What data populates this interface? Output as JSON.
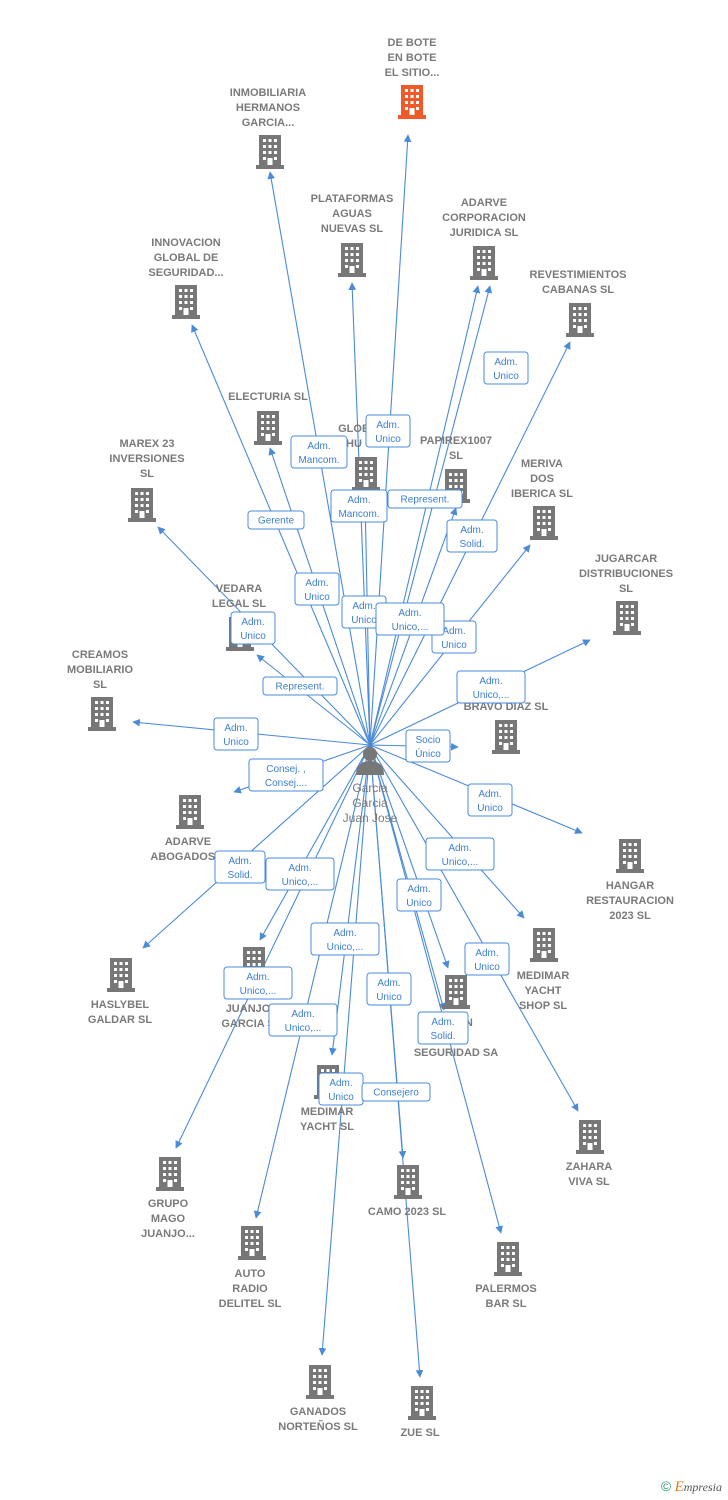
{
  "colors": {
    "edge": "#4a8bd8",
    "building": "#777777",
    "highlight": "#f05a28",
    "label": "#7a7a7a"
  },
  "center": {
    "name_lines": [
      "Garcia",
      "Garcia",
      "Juan Jose"
    ],
    "icon": "person-icon"
  },
  "nodes": [
    {
      "id": "de-bote",
      "lines": [
        "DE BOTE",
        "EN BOTE",
        "EL SITIO..."
      ],
      "highlight": true
    },
    {
      "id": "inmobiliaria-hermanos",
      "lines": [
        "INMOBILIARIA",
        "HERMANOS",
        "GARCIA..."
      ]
    },
    {
      "id": "plataformas-aguas",
      "lines": [
        "PLATAFORMAS",
        "AGUAS",
        "NUEVAS  SL"
      ]
    },
    {
      "id": "adarve-corporacion",
      "lines": [
        "ADARVE",
        "CORPORACION",
        "JURIDICA SL"
      ]
    },
    {
      "id": "innovacion-global",
      "lines": [
        "INNOVACION",
        "GLOBAL DE",
        "SEGURIDAD..."
      ]
    },
    {
      "id": "revestimientos",
      "lines": [
        "REVESTIMIENTOS",
        "CABANAS  SL"
      ]
    },
    {
      "id": "electuria",
      "lines": [
        "ELECTURIA  SL"
      ]
    },
    {
      "id": "glob",
      "lines": [
        "GLOB",
        "HU"
      ]
    },
    {
      "id": "papirex",
      "lines": [
        "PAPIREX1007",
        "SL"
      ]
    },
    {
      "id": "meriva",
      "lines": [
        "MERIVA",
        "DOS",
        "IBERICA SL"
      ]
    },
    {
      "id": "marex",
      "lines": [
        "MAREX 23",
        "INVERSIONES",
        "SL"
      ]
    },
    {
      "id": "vedara",
      "lines": [
        "VEDARA",
        "LEGAL  SL"
      ]
    },
    {
      "id": "jugarcar",
      "lines": [
        "JUGARCAR",
        "DISTRIBUCIONES",
        "SL"
      ]
    },
    {
      "id": "creamos",
      "lines": [
        "CREAMOS",
        "MOBILIARIO",
        "SL"
      ]
    },
    {
      "id": "inversiones-bravo",
      "lines": [
        "I        ONES",
        "LES",
        "BRAVO DIAZ SL"
      ]
    },
    {
      "id": "adarve-abogados",
      "lines": [
        "ADARVE",
        "ABOGADOS S"
      ]
    },
    {
      "id": "hangar",
      "lines": [
        "HANGAR",
        "RESTAURACION",
        "2023  SL"
      ]
    },
    {
      "id": "haslybel",
      "lines": [
        "HASLYBEL",
        "GALDAR  SL"
      ]
    },
    {
      "id": "juanjo-garcia",
      "lines": [
        "JUANJO",
        "GARCIA  S"
      ]
    },
    {
      "id": "medimar-shop",
      "lines": [
        "MEDIMAR",
        "YACHT",
        "SHOP  SL"
      ]
    },
    {
      "id": "integracion",
      "lines": [
        "I        CION",
        "DE",
        "SEGURIDAD SA"
      ]
    },
    {
      "id": "medimar-yacht",
      "lines": [
        "MEDIMAR",
        "YACHT SL"
      ]
    },
    {
      "id": "zahara",
      "lines": [
        "ZAHARA",
        "VIVA  SL"
      ]
    },
    {
      "id": "grupo-mago",
      "lines": [
        "GRUPO",
        "MAGO",
        "JUANJO..."
      ]
    },
    {
      "id": "camo",
      "lines": [
        "CAMO 2023  SL"
      ]
    },
    {
      "id": "auto-radio",
      "lines": [
        "AUTO",
        "RADIO",
        "DELITEL  SL"
      ]
    },
    {
      "id": "palermos",
      "lines": [
        "PALERMOS",
        "BAR  SL"
      ]
    },
    {
      "id": "ganados",
      "lines": [
        "GANADOS",
        "NORTEÑOS SL"
      ]
    },
    {
      "id": "zue",
      "lines": [
        "ZUE  SL"
      ]
    }
  ],
  "roles": [
    {
      "id": "r1",
      "lines": [
        "Adm.",
        "Unico"
      ]
    },
    {
      "id": "r2",
      "lines": [
        "Adm.",
        "Mancom."
      ]
    },
    {
      "id": "r3",
      "lines": [
        "Adm.",
        "Unico"
      ]
    },
    {
      "id": "r4",
      "lines": [
        "Gerente"
      ]
    },
    {
      "id": "r5",
      "lines": [
        "Adm.",
        "Mancom."
      ]
    },
    {
      "id": "r6",
      "lines": [
        "Represent."
      ]
    },
    {
      "id": "r7",
      "lines": [
        "Adm.",
        "Solid."
      ]
    },
    {
      "id": "r8",
      "lines": [
        "Adm.",
        "Unico"
      ]
    },
    {
      "id": "r9",
      "lines": [
        "Adm.",
        "Unico"
      ]
    },
    {
      "id": "r10",
      "lines": [
        "Adm.",
        "Unico"
      ]
    },
    {
      "id": "r11",
      "lines": [
        "Adm.",
        "Unico,..."
      ]
    },
    {
      "id": "r12",
      "lines": [
        "Adm.",
        "Unico"
      ]
    },
    {
      "id": "r13",
      "lines": [
        "Represent."
      ]
    },
    {
      "id": "r14",
      "lines": [
        "Adm.",
        "Unico,..."
      ]
    },
    {
      "id": "r15",
      "lines": [
        "Adm.",
        "Unico"
      ]
    },
    {
      "id": "r16",
      "lines": [
        "Socio",
        "Único"
      ]
    },
    {
      "id": "r17",
      "lines": [
        "Consej. ,",
        "Consej...."
      ]
    },
    {
      "id": "r18",
      "lines": [
        "Adm.",
        "Unico"
      ]
    },
    {
      "id": "r19",
      "lines": [
        "Adm.",
        "Solid."
      ]
    },
    {
      "id": "r20",
      "lines": [
        "Adm.",
        "Unico,..."
      ]
    },
    {
      "id": "r21",
      "lines": [
        "Adm.",
        "Unico,..."
      ]
    },
    {
      "id": "r22",
      "lines": [
        "Adm.",
        "Unico"
      ]
    },
    {
      "id": "r23",
      "lines": [
        "Adm.",
        "Unico,..."
      ]
    },
    {
      "id": "r24",
      "lines": [
        "Adm.",
        "Unico,..."
      ]
    },
    {
      "id": "r25",
      "lines": [
        "Adm.",
        "Unico"
      ]
    },
    {
      "id": "r26",
      "lines": [
        "Adm.",
        "Unico"
      ]
    },
    {
      "id": "r27",
      "lines": [
        "Adm.",
        "Unico,..."
      ]
    },
    {
      "id": "r28",
      "lines": [
        "Adm.",
        "Solid."
      ]
    },
    {
      "id": "r29",
      "lines": [
        "Adm.",
        "Unico"
      ]
    },
    {
      "id": "r30",
      "lines": [
        "Consejero"
      ]
    }
  ],
  "brand": {
    "copyright": "©",
    "e": "E",
    "rest": "mpresia"
  }
}
